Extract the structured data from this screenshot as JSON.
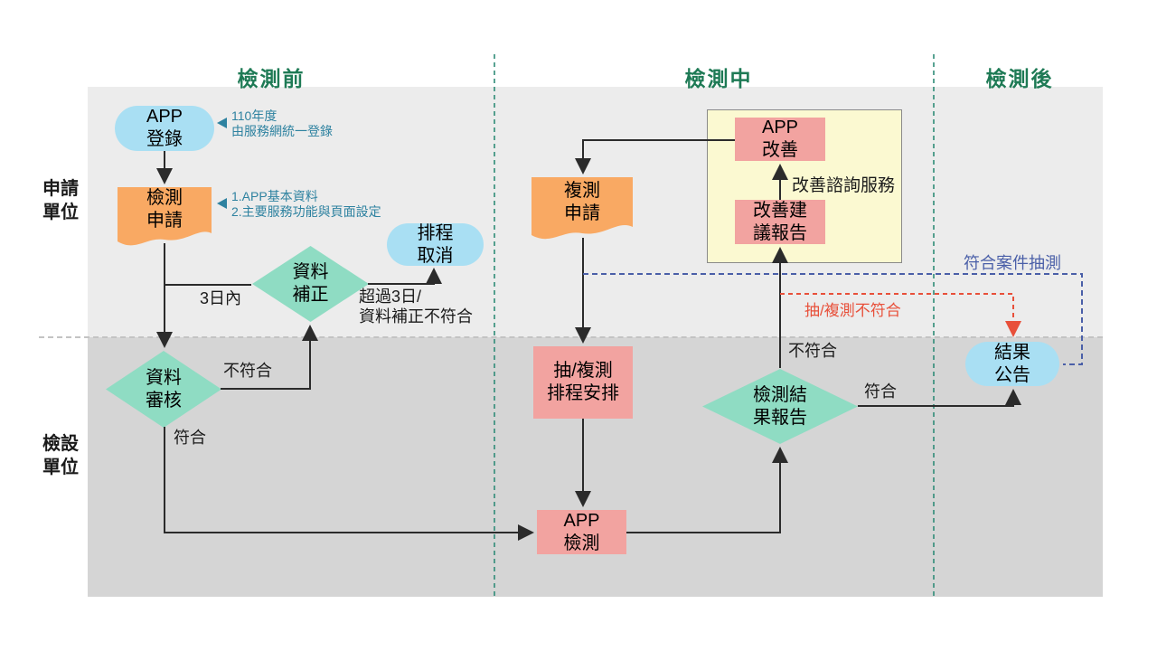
{
  "headers": {
    "before": "檢測前",
    "during": "檢測中",
    "after": "檢測後"
  },
  "lanes": {
    "applicant": "申請\n單位",
    "inspector": "檢設\n單位"
  },
  "nodes": {
    "app_register": "APP\n登錄",
    "test_apply": "檢測\n申請",
    "data_correction": "資料\n補正",
    "schedule_cancel": "排程\n取消",
    "data_review": "資料\n審核",
    "retest_apply": "複測\n申請",
    "app_improve": "APP\n改善",
    "improve_report": "改善建\n議報告",
    "schedule_arrange": "抽/複測\n排程安排",
    "app_test": "APP\n檢測",
    "result_report": "檢測結\n果報告",
    "result_announce": "結果\n公告"
  },
  "edge_labels": {
    "within_3_days": "3日內",
    "over_3_days": "超過3日/\n資料補正不符合",
    "review_fail": "不符合",
    "review_pass": "符合",
    "result_fail": "不符合",
    "result_pass": "符合",
    "improve_service": "改善諮詢服務",
    "sample_pass": "符合案件抽測",
    "sample_fail": "抽/複測不符合"
  },
  "notes": {
    "register_note": "110年度\n由服務網統一登錄",
    "apply_note": "1.APP基本資料\n2.主要服務功能與頁面設定"
  },
  "colors": {
    "phase_header_green": "#1e7a55",
    "capsule_blue": "#a9dff3",
    "document_orange": "#f9a963",
    "diamond_mint": "#8fdcc3",
    "rect_pink": "#f2a3a0",
    "note_box_yellow": "#fbf9d1",
    "band_light": "#ececec",
    "band_dark": "#d5d5d5",
    "annotation_teal": "#2e82a0",
    "dashed_blue": "#4a5fa8",
    "dashed_red": "#e8503a",
    "separator_teal": "#2f8c77",
    "connector_black": "#2b2b2b"
  }
}
